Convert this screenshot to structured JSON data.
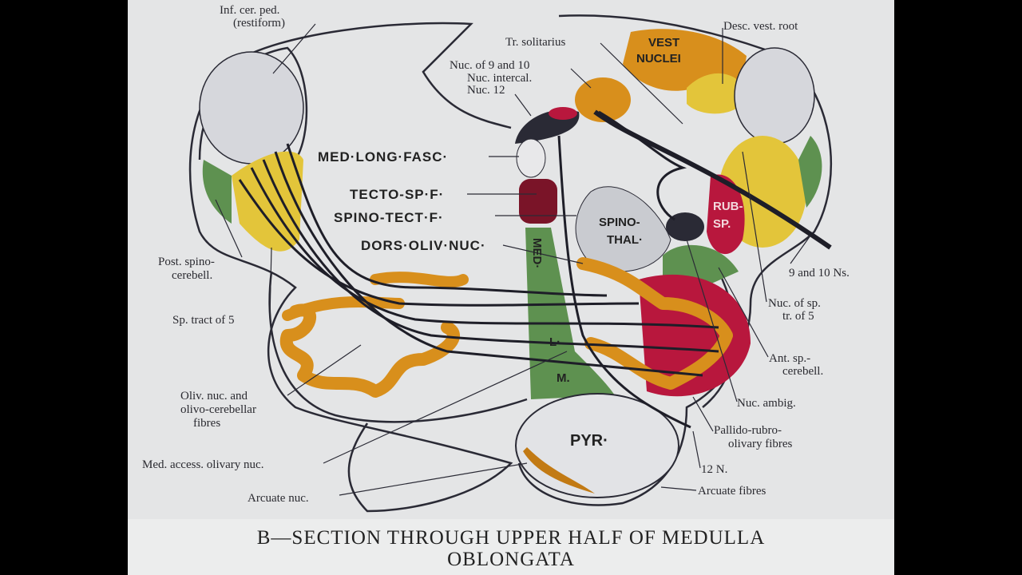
{
  "colors": {
    "orange": "#d88f1c",
    "yellow": "#e3c53a",
    "crimson": "#b8173d",
    "green": "#5e9150",
    "gray": "#c9cbd0",
    "dark": "#2a2a35"
  },
  "top_labels": {
    "inf_cer_ped": "Inf. cer. ped.",
    "restiform": "(restiform)",
    "desc_vest_root": "Desc. vest. root",
    "tr_solitarius": "Tr. solitarius",
    "nuc_9_10": "Nuc. of 9 and 10",
    "nuc_intercal": "Nuc. intercal.",
    "nuc_12": "Nuc. 12"
  },
  "structure_labels": {
    "vest": "VEST",
    "nuclei": "NUCLEI",
    "med_long_fasc": "MED·LONG·FASC·",
    "tecto_sp": "TECTO-SP·F·",
    "spino_tect": "SPINO-TECT·F·",
    "dors_oliv": "DORS·OLIV·NUC·",
    "med_lem": "MED·",
    "lem_l": "L·",
    "lem_m": "M.",
    "spino": "SPINO-",
    "thal": "THAL·",
    "rub": "RUB-",
    "sp": "SP.",
    "pyr": "PYR·"
  },
  "left_labels": {
    "post_spino": "Post. spino-",
    "cerebell": "cerebell.",
    "sp_tract_5": "Sp. tract of 5",
    "oliv_nuc": "Oliv. nuc. and",
    "olivo_cereb": "olivo-cerebellar",
    "fibres": "fibres",
    "med_access": "Med. access. olivary nuc.",
    "arcuate_nuc": "Arcuate nuc."
  },
  "right_labels": {
    "ns_9_10": "9 and 10 Ns.",
    "nuc_sp": "Nuc. of sp.",
    "tr_of_5": "tr. of 5",
    "ant_sp": "Ant. sp.-",
    "ant_cerebell": "cerebell.",
    "nuc_ambig": "Nuc. ambig.",
    "pallido": "Pallido-rubro-",
    "olivary_fibres": "olivary fibres",
    "n12": "12 N.",
    "arcuate_fibres": "Arcuate fibres"
  },
  "caption": {
    "line1": "B—SECTION THROUGH UPPER HALF OF MEDULLA",
    "line2": "OBLONGATA"
  }
}
